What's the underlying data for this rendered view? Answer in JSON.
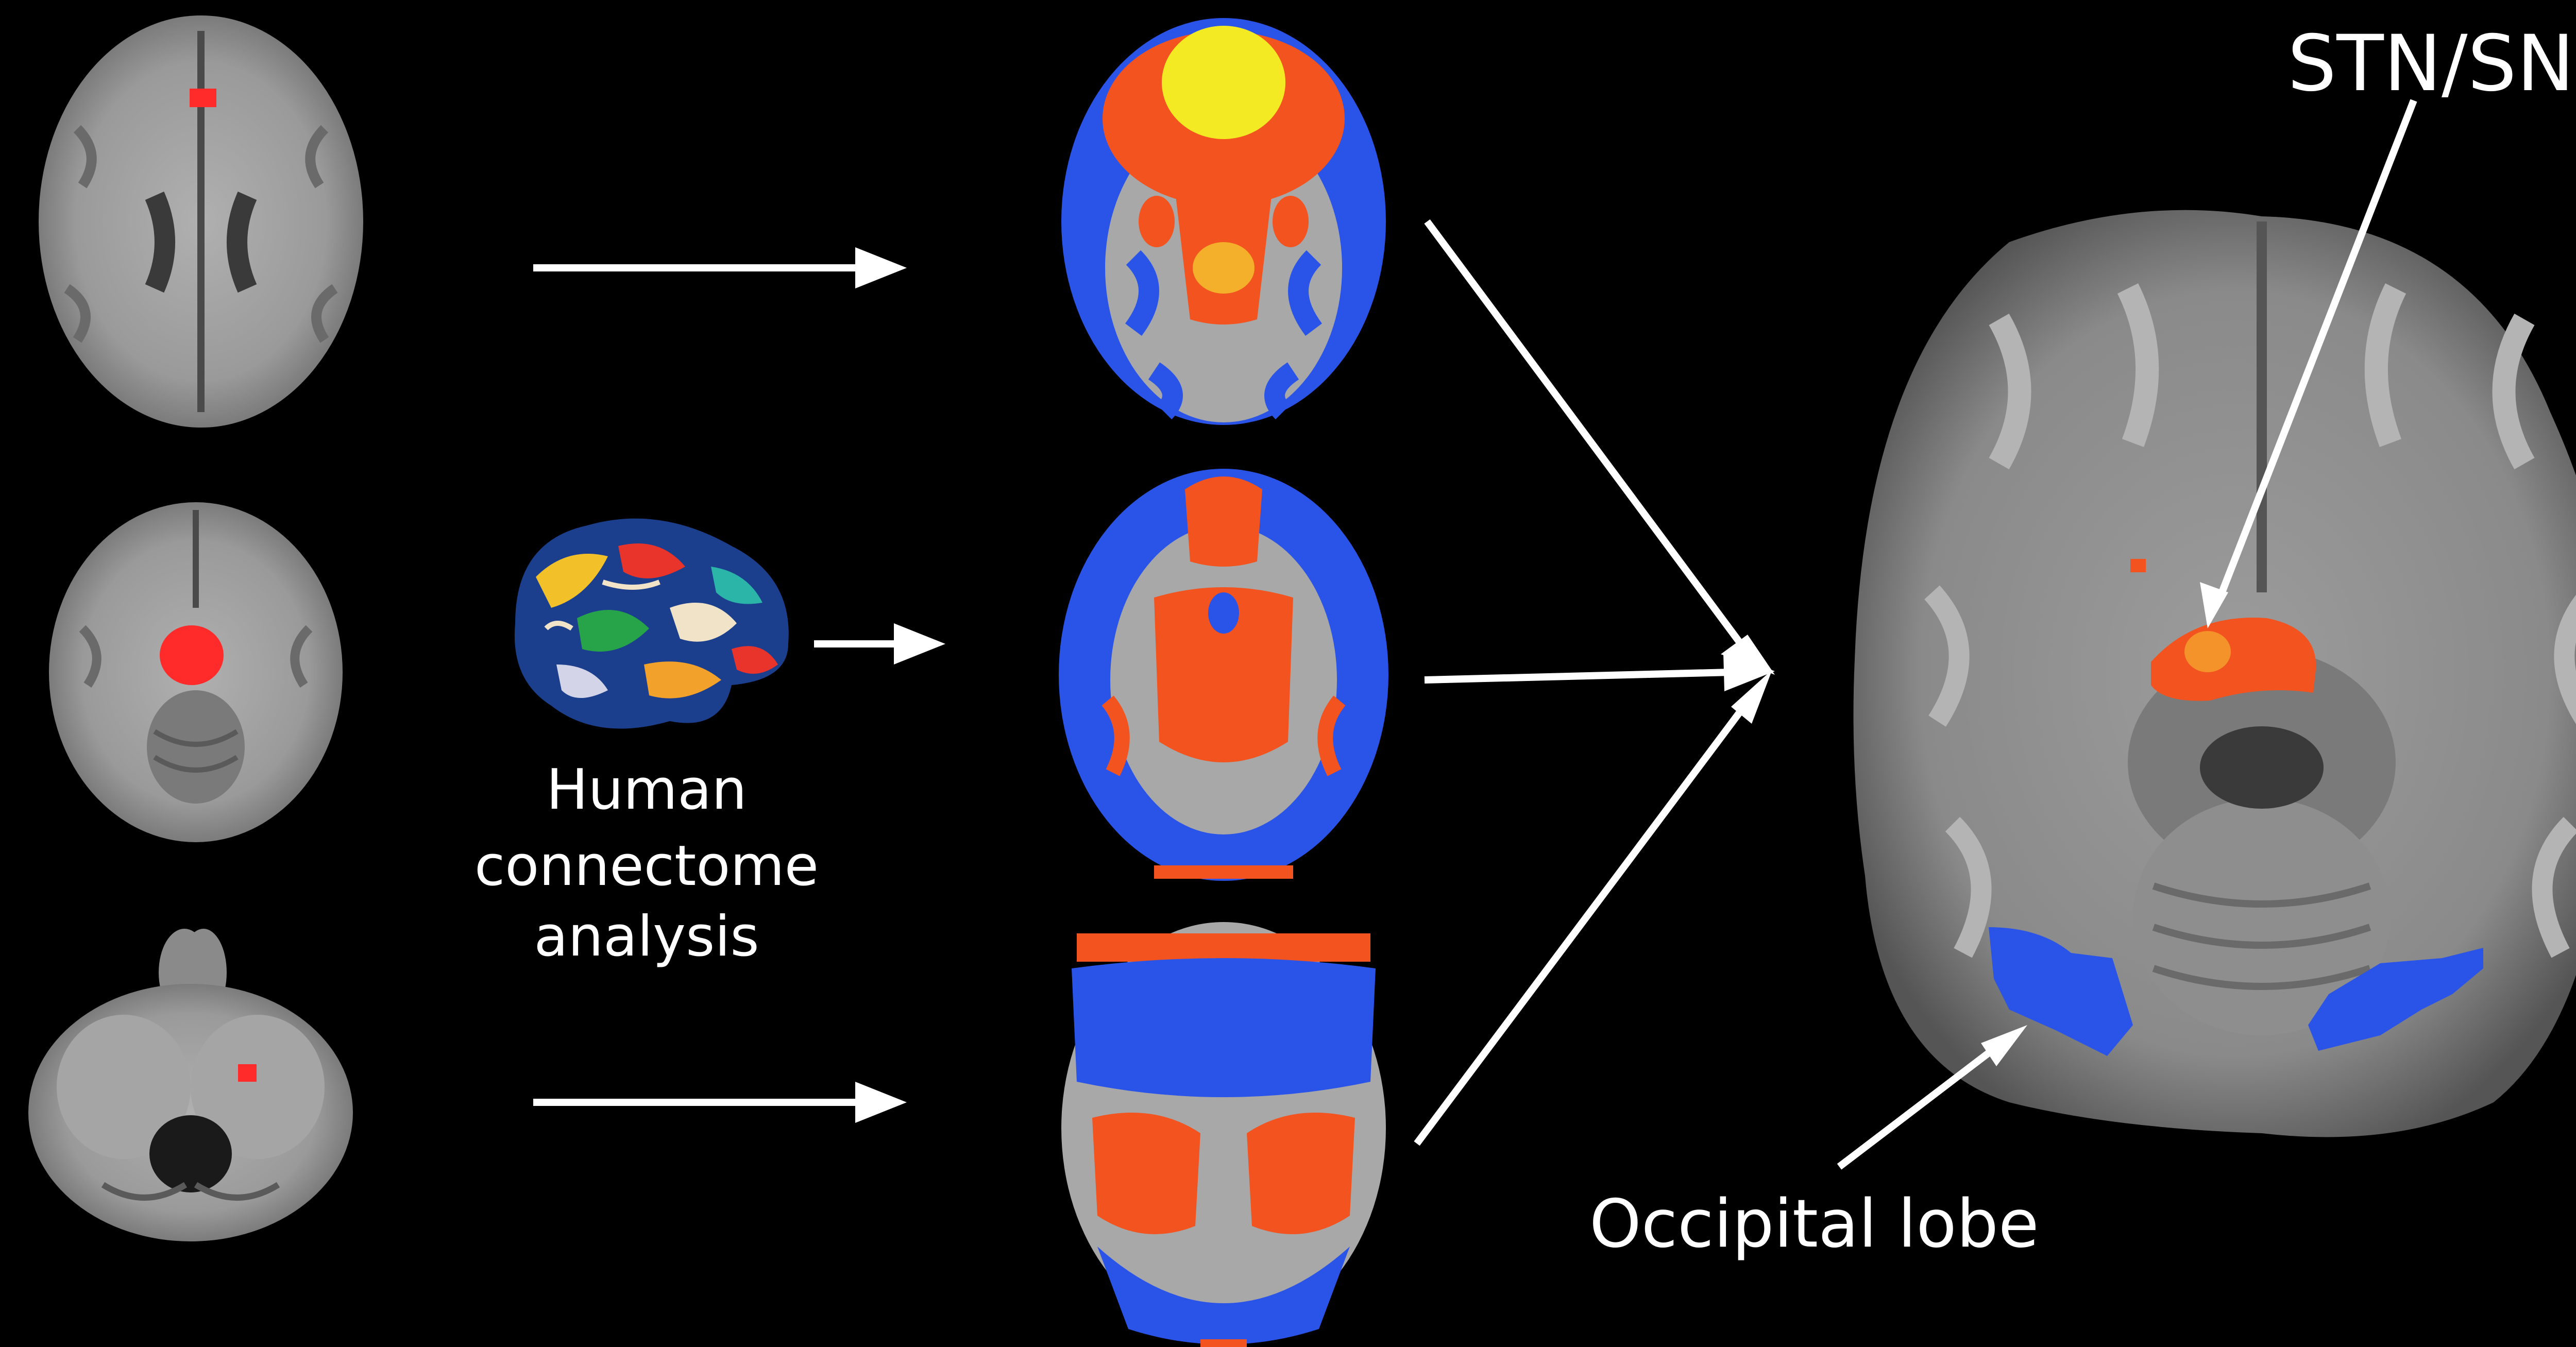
{
  "figure": {
    "background": "#000000",
    "colors": {
      "arrow": "#ffffff",
      "brain_gray": "#9b9b9b",
      "positive_map": "#f2531f",
      "positive_peak": "#f4ea24",
      "negative_map": "#2a54e8",
      "lesion": "#ff2a2a"
    },
    "labels": {
      "connectome_line1": "Human",
      "connectome_line2": "connectome",
      "connectome_line3": "analysis",
      "stn_sn": "STN/SN",
      "occipital": "Occipital lobe"
    },
    "panels": {
      "lesions": [
        "lesion-slice-1",
        "lesion-slice-2",
        "lesion-slice-3"
      ],
      "network_maps": [
        "network-map-1",
        "network-map-2",
        "network-map-3"
      ],
      "result": "combined-network-map"
    }
  }
}
